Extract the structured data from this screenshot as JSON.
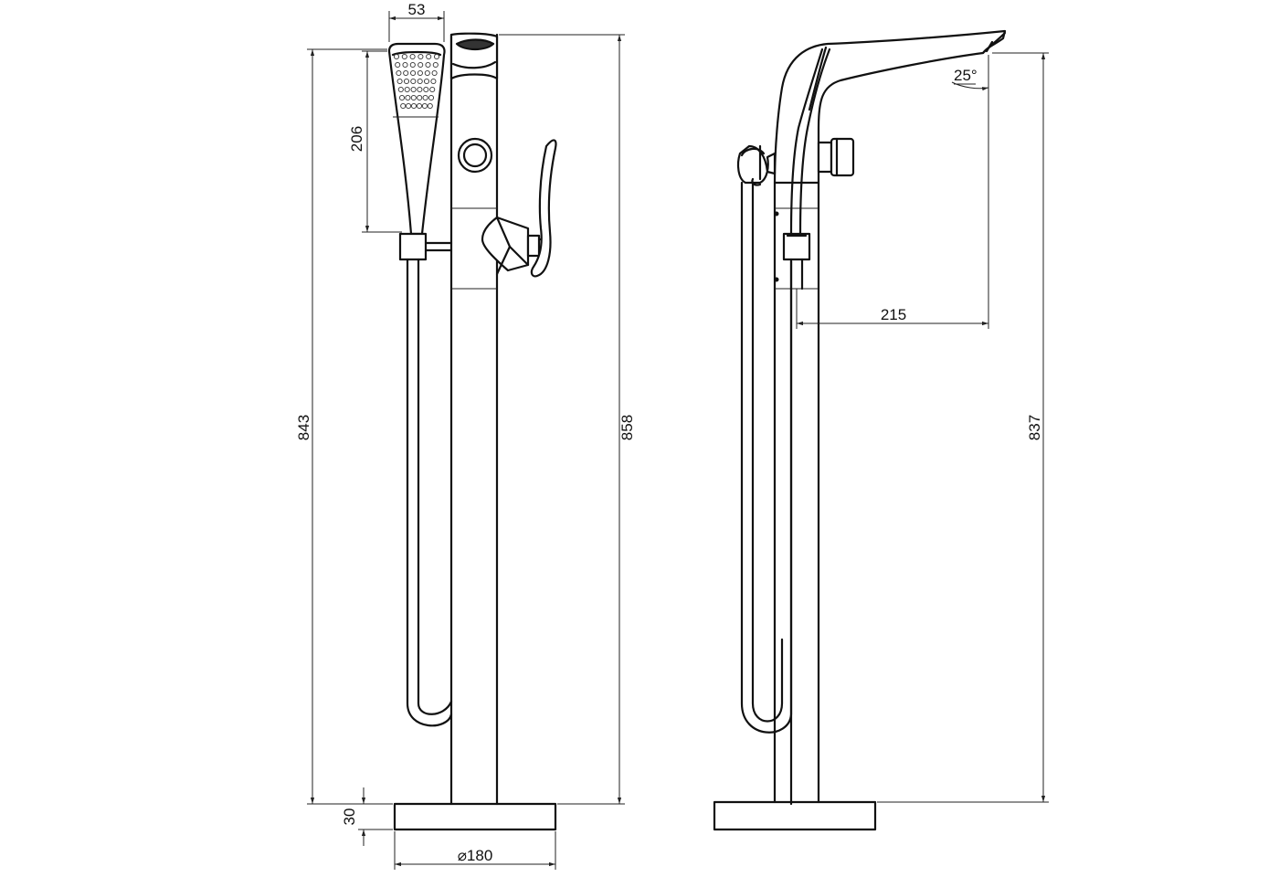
{
  "dimensions": {
    "handshower_width": "53",
    "handshower_length": "206",
    "overall_height_handset": "843",
    "overall_height_front": "858",
    "base_height": "30",
    "base_diameter": "⌀180",
    "spout_angle": "25°",
    "spout_reach": "215",
    "overall_height_side": "837"
  }
}
